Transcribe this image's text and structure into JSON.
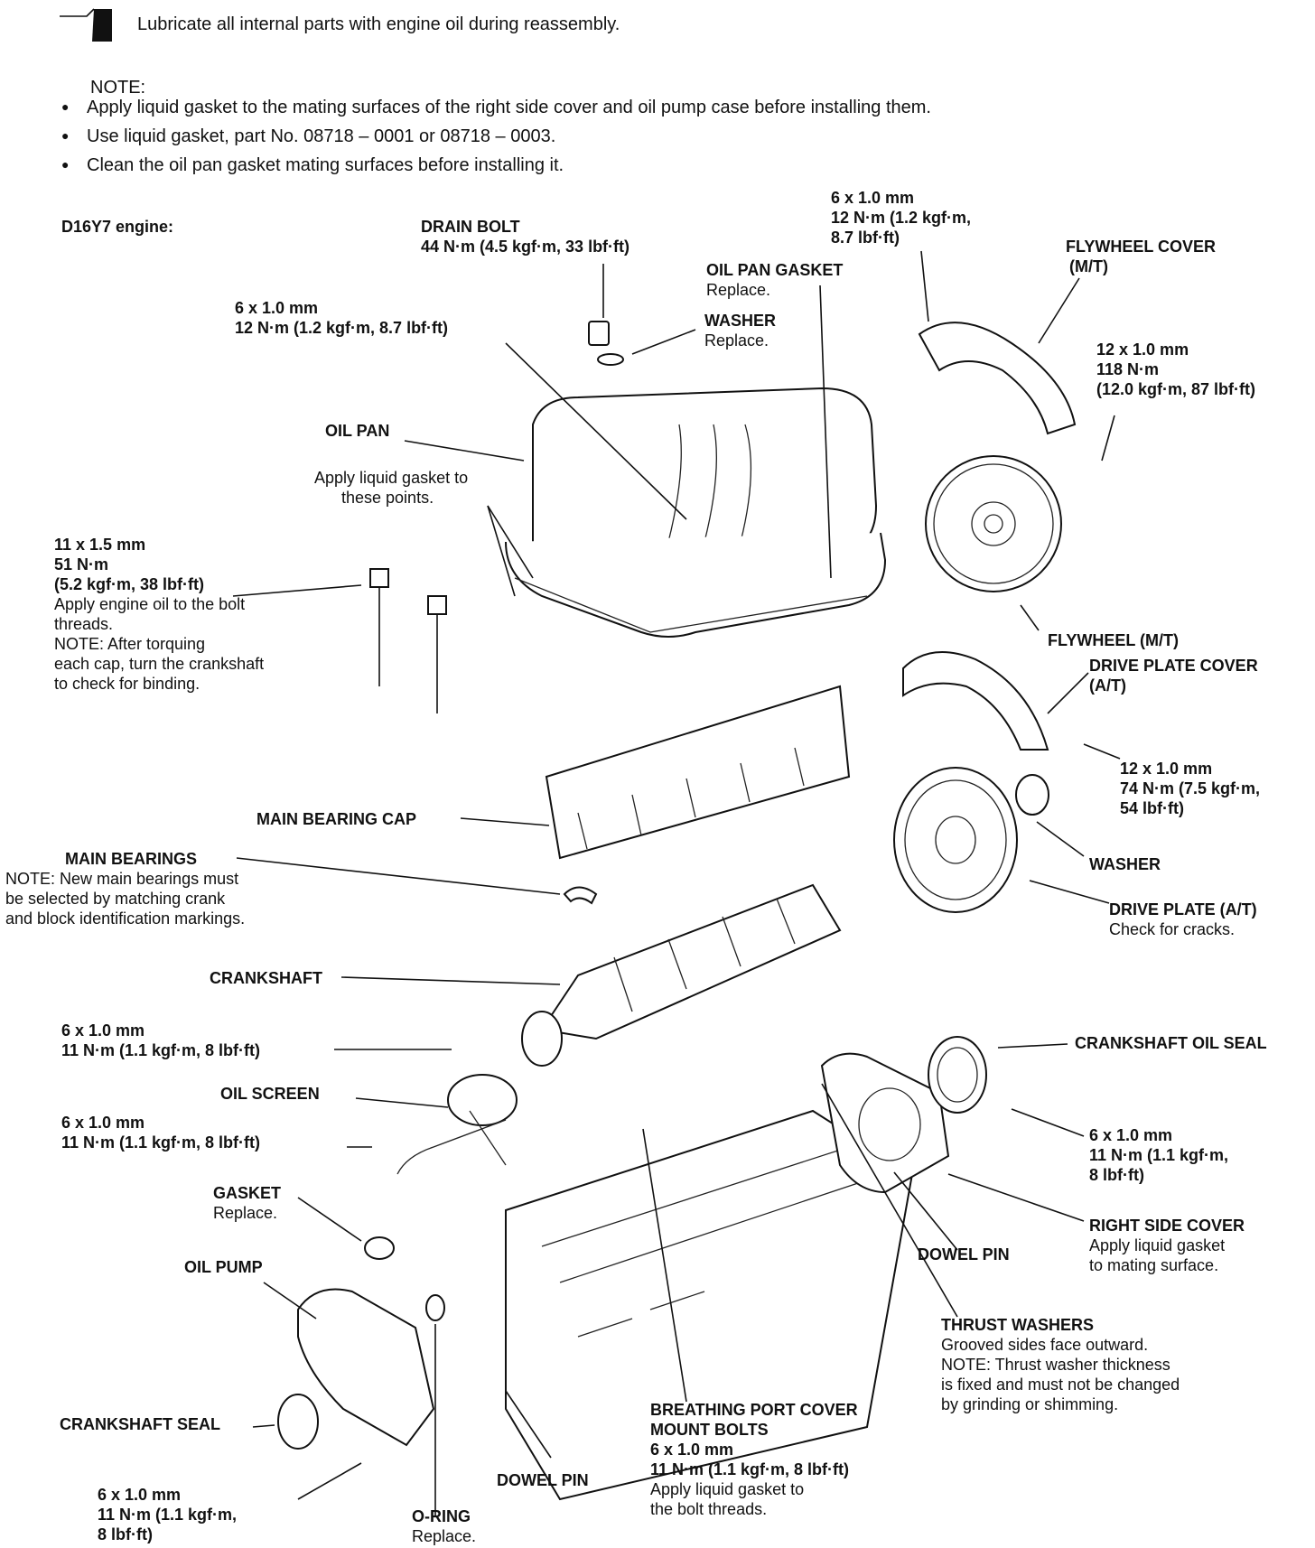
{
  "header": {
    "instruction": "Lubricate all internal parts with engine oil during reassembly.",
    "note_label": "NOTE:",
    "notes": [
      "Apply liquid gasket to the mating surfaces of the right side cover and oil pump case before installing them.",
      "Use liquid gasket, part No. 08718 – 0001 or 08718 – 0003.",
      "Clean the oil pan gasket mating surfaces before installing it."
    ]
  },
  "engine_label": "D16Y7 engine:",
  "callouts": {
    "drain_bolt": {
      "title": "DRAIN BOLT",
      "spec": "44 N·m (4.5 kgf·m, 33 lbf·ft)"
    },
    "top_bolt": {
      "size": "6 x 1.0 mm",
      "torque": "12 N·m (1.2 kgf·m,",
      "torque2": "8.7 lbf·ft)"
    },
    "flywheel_cover": {
      "title": "FLYWHEEL COVER",
      "sub": "(M/T)"
    },
    "oil_pan_gasket": {
      "title": "OIL PAN GASKET",
      "note": "Replace."
    },
    "washer_top": {
      "title": "WASHER",
      "note": "Replace."
    },
    "pan_bolt": {
      "size": "6 x 1.0 mm",
      "torque": "12 N·m (1.2 kgf·m, 8.7 lbf·ft)"
    },
    "flywheel_bolt": {
      "size": "12 x 1.0 mm",
      "torque": "118 N·m",
      "torque2": "(12.0 kgf·m, 87 lbf·ft)"
    },
    "oil_pan": {
      "title": "OIL PAN"
    },
    "liquid_gasket_points": {
      "line1": "Apply liquid gasket to",
      "line2": "these points."
    },
    "main_cap_bolt": {
      "size": "11 x 1.5 mm",
      "torque": "51 N·m",
      "torque2": "(5.2 kgf·m, 38 lbf·ft)",
      "note1": "Apply engine oil to the bolt",
      "note2": "threads.",
      "note3": "NOTE:  After torquing",
      "note4": "each cap, turn the crankshaft",
      "note5": "to check for binding."
    },
    "flywheel": {
      "title": "FLYWHEEL (M/T)"
    },
    "drive_plate_cover": {
      "title": "DRIVE PLATE COVER",
      "sub": "(A/T)"
    },
    "drive_plate_bolt": {
      "size": "12 x 1.0 mm",
      "torque": "74 N·m (7.5 kgf·m,",
      "torque2": "54 lbf·ft)"
    },
    "main_bearing_cap": {
      "title": "MAIN BEARING CAP"
    },
    "main_bearings": {
      "title": "MAIN BEARINGS",
      "note1": "NOTE:  New main bearings must",
      "note2": "be selected by matching crank",
      "note3": "and block identification markings."
    },
    "washer_dp": {
      "title": "WASHER"
    },
    "drive_plate": {
      "title": "DRIVE PLATE (A/T)",
      "note": "Check for cracks."
    },
    "crankshaft": {
      "title": "CRANKSHAFT"
    },
    "screen_bolt1": {
      "size": "6 x 1.0 mm",
      "torque": "11 N·m (1.1 kgf·m, 8 lbf·ft)"
    },
    "crank_oil_seal": {
      "title": "CRANKSHAFT OIL SEAL"
    },
    "oil_screen": {
      "title": "OIL SCREEN"
    },
    "screen_bolt2": {
      "size": "6 x 1.0 mm",
      "torque": "11 N·m (1.1 kgf·m, 8 lbf·ft)"
    },
    "cover_bolt": {
      "size": "6 x 1.0 mm",
      "torque": "11 N·m (1.1 kgf·m,",
      "torque2": "8 lbf·ft)"
    },
    "gasket": {
      "title": "GASKET",
      "note": "Replace."
    },
    "right_side_cover": {
      "title": "RIGHT SIDE COVER",
      "note1": "Apply liquid gasket",
      "note2": "to mating surface."
    },
    "oil_pump": {
      "title": "OIL PUMP"
    },
    "dowel_pin_right": {
      "title": "DOWEL PIN"
    },
    "thrust_washers": {
      "title": "THRUST WASHERS",
      "note1": "Grooved sides face outward.",
      "note2": "NOTE: Thrust washer thickness",
      "note3": "is fixed and must not be changed",
      "note4": "by grinding or shimming."
    },
    "crank_seal": {
      "title": "CRANKSHAFT SEAL"
    },
    "breathing_port": {
      "title1": "BREATHING PORT COVER",
      "title2": "MOUNT BOLTS",
      "size": "6 x 1.0 mm",
      "torque": "11 N·m (1.1 kgf·m, 8 lbf·ft)",
      "note1": "Apply liquid gasket to",
      "note2": "the bolt threads."
    },
    "dowel_pin_bottom": {
      "title": "DOWEL PIN"
    },
    "pump_bolt": {
      "size": "6 x 1.0 mm",
      "torque": "11 N·m (1.1 kgf·m,",
      "torque2": "8 lbf·ft)"
    },
    "o_ring": {
      "title": "O-RING",
      "note": "Replace."
    }
  }
}
